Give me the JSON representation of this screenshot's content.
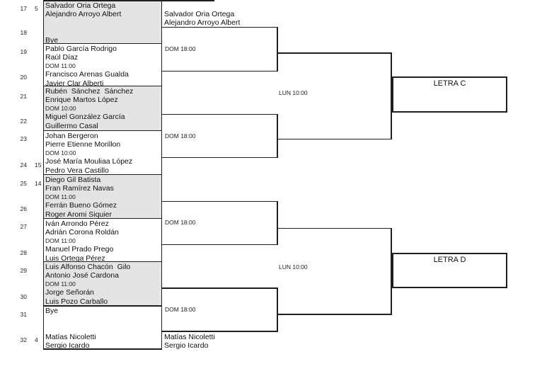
{
  "bracket": {
    "round1": [
      {
        "numA": "17",
        "seedA": "5",
        "a1": "Salvador Oria Ortega",
        "a2": "Alejandro Arroyo Albert",
        "numB": "18",
        "b2": "Bye"
      },
      {
        "numA": "19",
        "a1": "Pablo García Rodrigo",
        "a2": "Raúl Díaz",
        "time": "DOM 11:00",
        "numB": "20",
        "b1": "Francisco Arenas Gualda",
        "b2": "Javier Clar Alberti"
      },
      {
        "numA": "21",
        "a1": "Rubén  Sánchez  Sánchez",
        "a2": "Enrique Martos López",
        "time": "DOM 10:00",
        "numB": "22",
        "b1": "Miguel González García",
        "b2": "Guillermo Casal"
      },
      {
        "numA": "23",
        "a1": "Johan Bergeron",
        "a2": "Pierre Etienne Morillon",
        "time": "DOM 10:00",
        "numB": "24",
        "seedB": "15",
        "b1": "José María Mouliaa López",
        "b2": "Pedro Vera Castillo"
      },
      {
        "numA": "25",
        "seedA": "14",
        "a1": "Diego Gil Batista",
        "a2": "Fran Ramírez Navas",
        "time": "DOM 11:00",
        "numB": "26",
        "b1": "Ferrán Bueno Gómez",
        "b2": "Roger Aromi Siquier"
      },
      {
        "numA": "27",
        "a1": "Iván Arrondo Pérez",
        "a2": "Adrián Corona Roldán",
        "time": "DOM 11:00",
        "numB": "28",
        "b1": "Manuel Prado Prego",
        "b2": "Luis Ortega Pérez"
      },
      {
        "numA": "29",
        "a1": "Luis Alfonso Chacón  Gilo",
        "a2": "Antonio José Cardona",
        "time": "DOM 11:00",
        "numB": "30",
        "b1": "Jorge Señorán",
        "b2": "Luis Pozo Carballo"
      },
      {
        "numA": "31",
        "a1": "Bye",
        "numB": "32",
        "seedB": "4",
        "b1": "Matías Nicoletti",
        "b2": "Sergio Icardo"
      }
    ],
    "round2": {
      "advancing_top_1": "Salvador Oria Ortega",
      "advancing_top_2": "Alejandro Arroyo Albert",
      "advancing_bottom_1": "Matías Nicoletti",
      "advancing_bottom_2": "Sergio Icardo",
      "matches": [
        {
          "time": "DOM 18:00"
        },
        {
          "time": "DOM 18:00"
        },
        {
          "time": "DOM 18:00"
        },
        {
          "time": "DOM 18:00"
        }
      ]
    },
    "round3": {
      "matches": [
        {
          "time": "LUN 10:00"
        },
        {
          "time": "LUN 10:00"
        }
      ]
    },
    "finals": [
      {
        "label": "LETRA C"
      },
      {
        "label": "LETRA D"
      }
    ],
    "colors": {
      "shaded_match": "#e4e4e4",
      "line": "#1f1f1f"
    }
  }
}
